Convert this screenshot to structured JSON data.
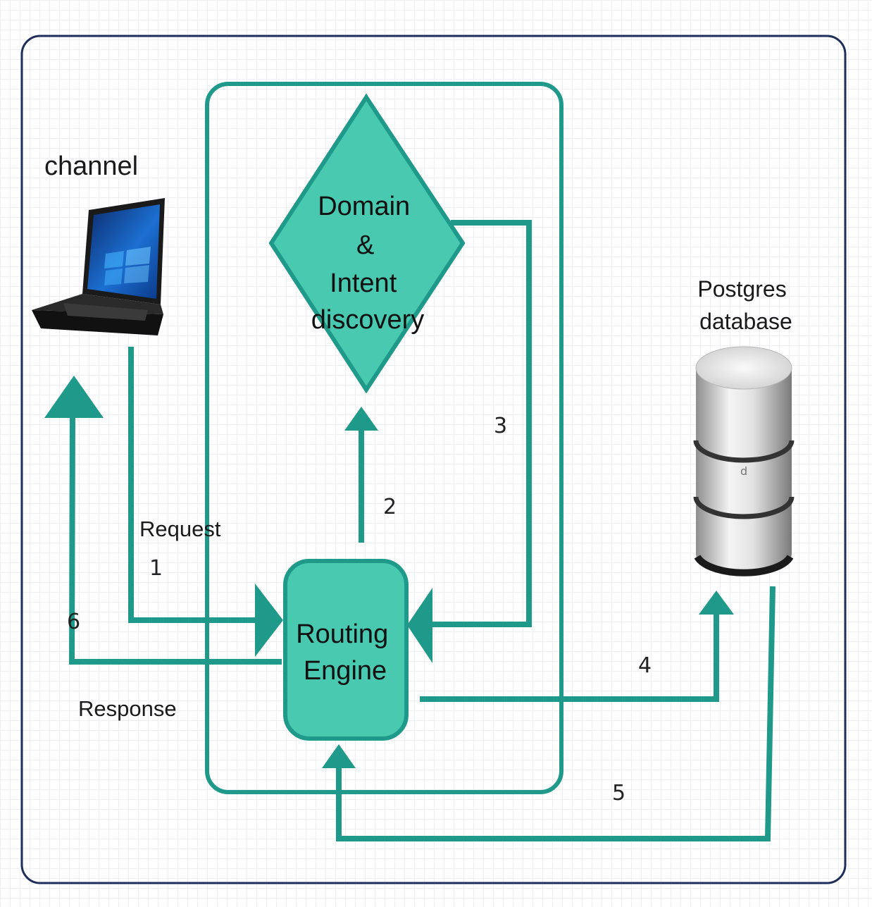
{
  "diagram": {
    "channel_label": "channel",
    "domain_node": {
      "lines": [
        "Domain",
        "&",
        "Intent",
        "discovery"
      ]
    },
    "routing_node": {
      "lines": [
        "Routing",
        "Engine"
      ]
    },
    "database_label": {
      "lines": [
        "Postgres",
        "database"
      ]
    },
    "database_inner_text": "d",
    "request_label": "Request",
    "response_label": "Response",
    "steps": {
      "s1": "1",
      "s2": "2",
      "s3": "3",
      "s4": "4",
      "s5": "5",
      "s6": "6"
    },
    "colors": {
      "teal_fill": "#48c9b0",
      "teal_stroke": "#1f9a8a",
      "frame": "#1f2d5a"
    },
    "icons": {
      "channel_device": "laptop-icon",
      "database": "database-cylinder-icon"
    }
  }
}
